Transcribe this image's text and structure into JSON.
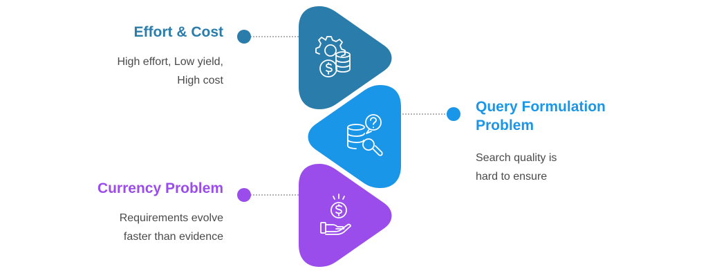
{
  "items": [
    {
      "title": "Effort & Cost",
      "description_lines": [
        "High effort, Low yield,",
        "High cost"
      ],
      "color": "#2A7CAA",
      "icon": "gear-coins-icon"
    },
    {
      "title_lines": [
        "Query Formulation",
        "Problem"
      ],
      "description_lines": [
        "Search quality is",
        "hard to ensure"
      ],
      "color": "#1A96E8",
      "icon": "database-search-question-icon"
    },
    {
      "title": "Currency Problem",
      "description_lines": [
        "Requirements evolve",
        "faster than evidence"
      ],
      "color": "#9B4DEB",
      "icon": "hand-coin-icon"
    }
  ],
  "connector_color": "#9a9a9a"
}
